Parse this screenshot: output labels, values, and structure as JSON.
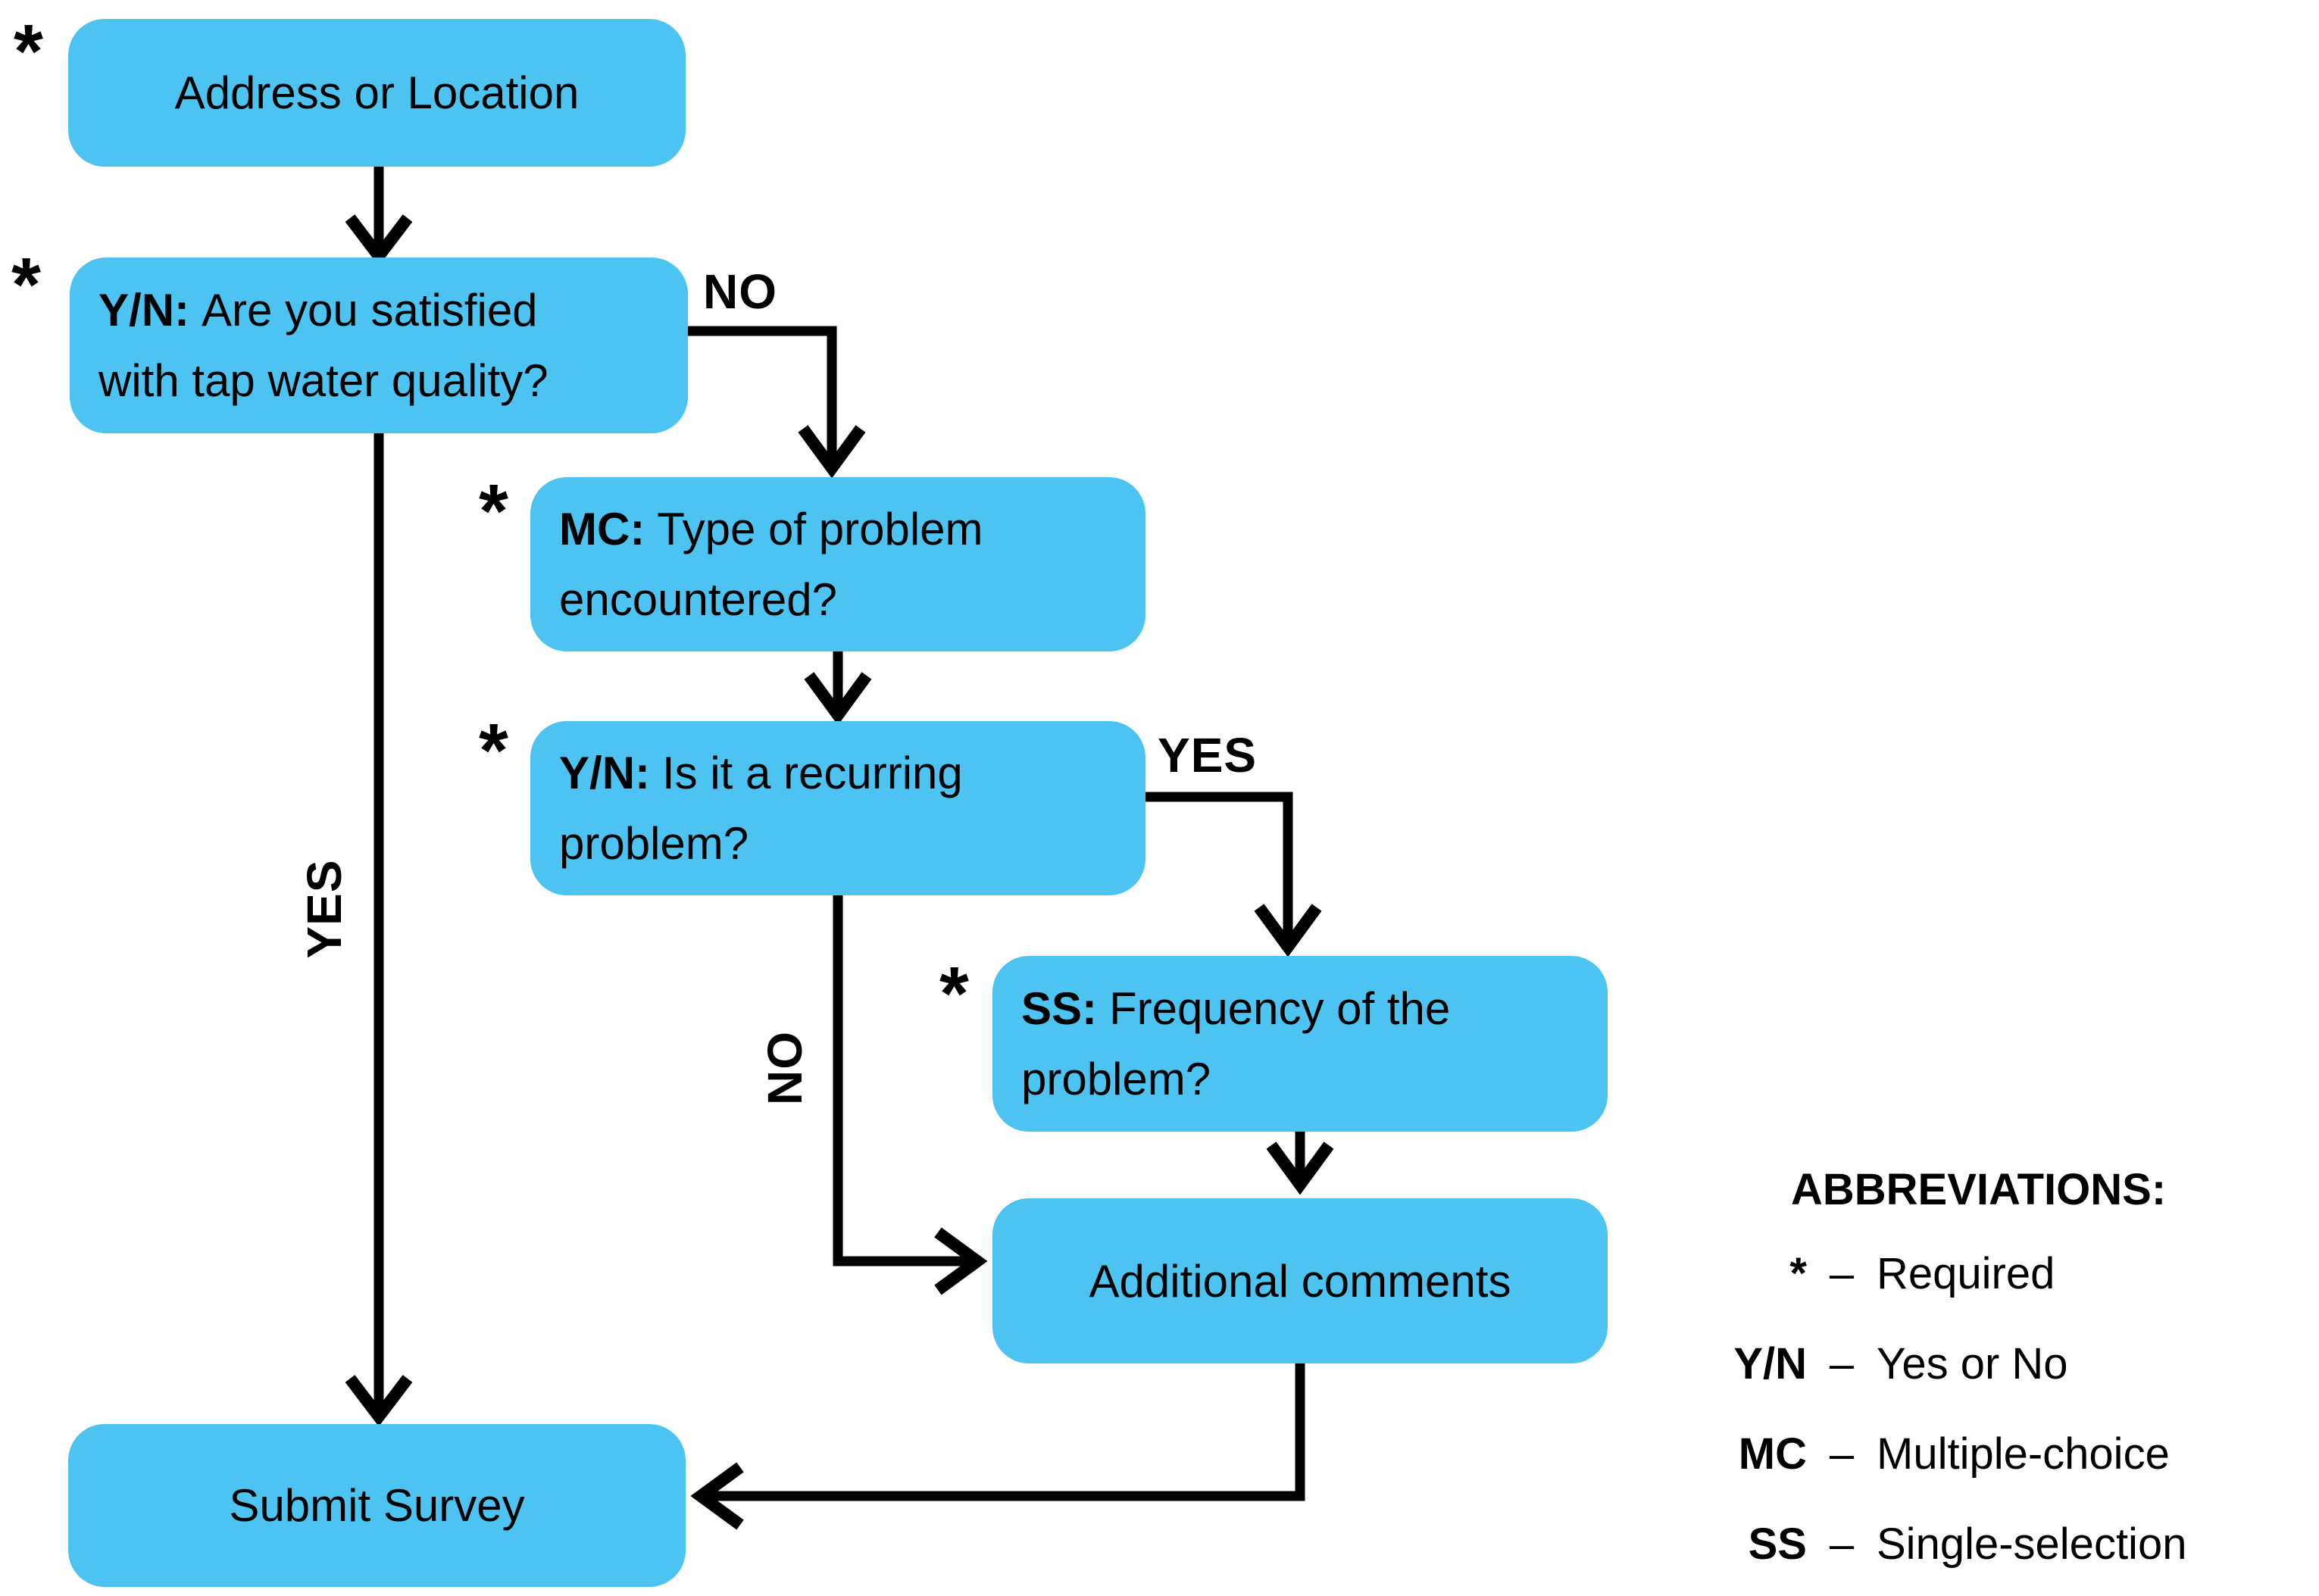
{
  "required_marker": "*",
  "nodes": {
    "address": {
      "label": "Address or Location"
    },
    "satisfied": {
      "prefix": "Y/N:",
      "label": "Are you satisfied with tap water quality?"
    },
    "problem_type": {
      "prefix": "MC:",
      "label": "Type of problem encountered?"
    },
    "recurring": {
      "prefix": "Y/N:",
      "label": "Is it a recurring problem?"
    },
    "frequency": {
      "prefix": "SS:",
      "label": "Frequency of the problem?"
    },
    "comments": {
      "label": "Additional comments"
    },
    "submit": {
      "label": "Submit Survey"
    }
  },
  "edges": {
    "satisfied_no": "NO",
    "satisfied_yes": "YES",
    "recurring_yes": "YES",
    "recurring_no": "NO"
  },
  "legend": {
    "title": "ABBREVIATIONS:",
    "rows": [
      {
        "abbr": "*",
        "dash": "–",
        "meaning": "Required"
      },
      {
        "abbr": "Y/N",
        "dash": "–",
        "meaning": "Yes or No"
      },
      {
        "abbr": "MC",
        "dash": "–",
        "meaning": "Multiple-choice"
      },
      {
        "abbr": "SS",
        "dash": "–",
        "meaning": "Single-selection"
      }
    ]
  },
  "colors": {
    "node_fill": "#4DC3F2",
    "line": "#000000",
    "background": "#FFFFFF"
  }
}
